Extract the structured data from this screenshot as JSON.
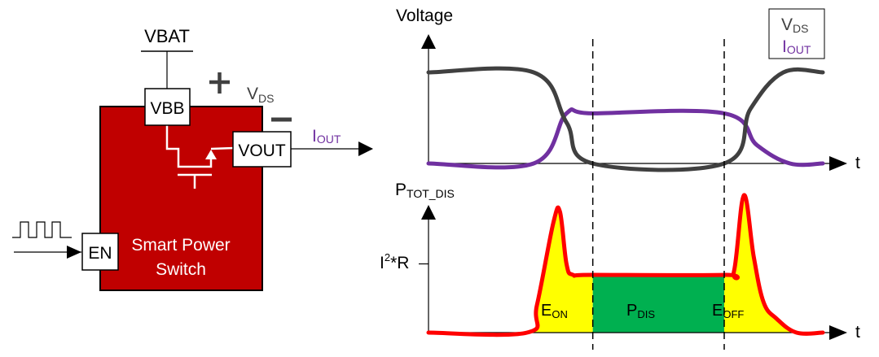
{
  "circuit": {
    "supply_label": "VBAT",
    "vbb_pin": "VBB",
    "vout_pin": "VOUT",
    "en_pin": "EN",
    "device_name_line1": "Smart Power",
    "device_name_line2": "Switch",
    "plus_sign": "+",
    "minus_sign": "–",
    "vds_main": "V",
    "vds_sub": "DS",
    "iout_main": "I",
    "iout_sub": "OUT",
    "device_color": "#c00000",
    "iout_color": "#7030a0"
  },
  "chart_data": [
    {
      "type": "line",
      "title": "Voltage",
      "xlabel": "t",
      "ylabel": "Voltage",
      "x": [
        0,
        1,
        2,
        3,
        4,
        5,
        6
      ],
      "phase_boundaries": [
        2.5,
        4.5
      ],
      "series": [
        {
          "name": "VDS",
          "name_main": "V",
          "name_sub": "DS",
          "color": "#404040",
          "points": [
            [
              0,
              1.0
            ],
            [
              1.6,
              1.0
            ],
            [
              2.1,
              0.45
            ],
            [
              2.5,
              0.0
            ],
            [
              4.5,
              0.0
            ],
            [
              4.9,
              0.6
            ],
            [
              5.4,
              1.0
            ],
            [
              6.0,
              1.0
            ]
          ]
        },
        {
          "name": "IOUT",
          "name_main": "I",
          "name_sub": "OUT",
          "color": "#7030a0",
          "points": [
            [
              0,
              0.0
            ],
            [
              1.6,
              0.0
            ],
            [
              2.1,
              0.55
            ],
            [
              2.5,
              0.55
            ],
            [
              4.5,
              0.55
            ],
            [
              5.0,
              0.2
            ],
            [
              5.5,
              0.0
            ],
            [
              6.0,
              0.0
            ]
          ]
        }
      ],
      "legend": {
        "position": "top-right",
        "entries": [
          "VDS",
          "IOUT"
        ]
      },
      "grid": false
    },
    {
      "type": "area",
      "title": "PTOT_DIS",
      "ylabel_main": "P",
      "ylabel_sub": "TOT_DIS",
      "xlabel": "t",
      "ytick_label_main": "I",
      "ytick_label_sup": "2",
      "ytick_label_rest": "*R",
      "ytick_value": 0.5,
      "phase_boundaries": [
        2.5,
        4.5
      ],
      "series": [
        {
          "name": "PTOT_DIS",
          "color": "#ff0000",
          "points": [
            [
              0,
              0
            ],
            [
              1.5,
              0
            ],
            [
              1.65,
              0.2
            ],
            [
              1.9,
              0.8
            ],
            [
              2.0,
              0.88
            ],
            [
              2.1,
              0.5
            ],
            [
              2.2,
              0.42
            ],
            [
              2.5,
              0.42
            ],
            [
              4.5,
              0.42
            ],
            [
              4.65,
              0.45
            ],
            [
              4.8,
              1.0
            ],
            [
              4.95,
              0.55
            ],
            [
              5.1,
              0.22
            ],
            [
              5.3,
              0.1
            ],
            [
              5.6,
              0
            ],
            [
              6.0,
              0
            ]
          ]
        }
      ],
      "regions": [
        {
          "name": "EON",
          "label_main": "E",
          "label_sub": "ON",
          "color": "#ffff00",
          "x_range": [
            1.5,
            2.5
          ]
        },
        {
          "name": "PDIS",
          "label_main": "P",
          "label_sub": "DIS",
          "color": "#00b050",
          "x_range": [
            2.5,
            4.5
          ]
        },
        {
          "name": "EOFF",
          "label_main": "E",
          "label_sub": "OFF",
          "color": "#ffff00",
          "x_range": [
            4.5,
            5.6
          ]
        }
      ],
      "grid": false
    }
  ]
}
